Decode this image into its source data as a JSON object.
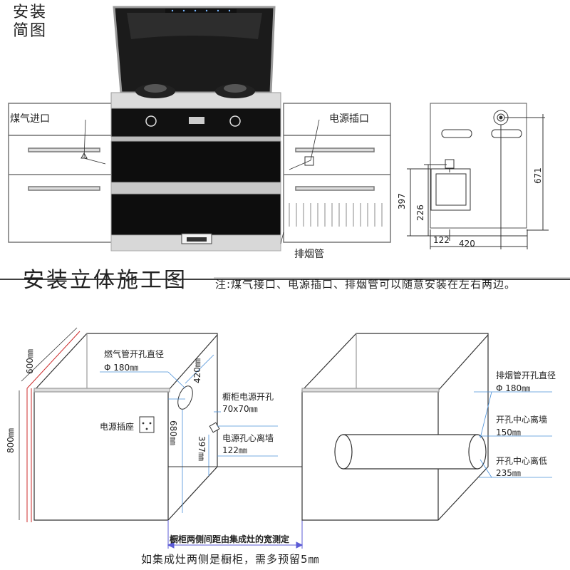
{
  "top": {
    "corner_title_line1": "安装",
    "corner_title_line2": "简图",
    "gas_inlet": "煤气进口",
    "power_socket": "电源插口",
    "exhaust_pipe": "排烟管",
    "dims": {
      "d671": "671",
      "d397": "397",
      "d226": "226",
      "d122": "122",
      "d420": "420"
    }
  },
  "section": {
    "title": "安装立体施工图",
    "note": "注:煤气接口、电源插口、排烟管可以随意安装在左右两边。"
  },
  "bottom": {
    "d600": "600㎜",
    "d800": "800㎜",
    "d420": "420㎜",
    "d680": "680㎜",
    "d397": "397㎜",
    "gas_hole_title": "燃气管开孔直径",
    "gas_hole_value": "Φ 180㎜",
    "power_seat": "电源插座",
    "cab_power_title": "橱柜电源开孔",
    "cab_power_value": "70x70㎜",
    "power_center_title": "电源孔心离墙",
    "power_center_value": "122㎜",
    "exhaust_title": "排烟管开孔直径",
    "exhaust_value": "Φ 180㎜",
    "center_wall_title": "开孔中心离墙",
    "center_wall_value": "150㎜",
    "center_floor_title": "开孔中心离低",
    "center_floor_value": "235㎜",
    "bottom_bar": "橱柜两侧间距由集成灶的宽测定",
    "footer": "如集成灶两侧是橱柜，需多预留5㎜"
  },
  "colors": {
    "callout_line": "#4a90d9",
    "dim_line": "#5b5bd6",
    "red_edge": "#cc2b2b"
  }
}
